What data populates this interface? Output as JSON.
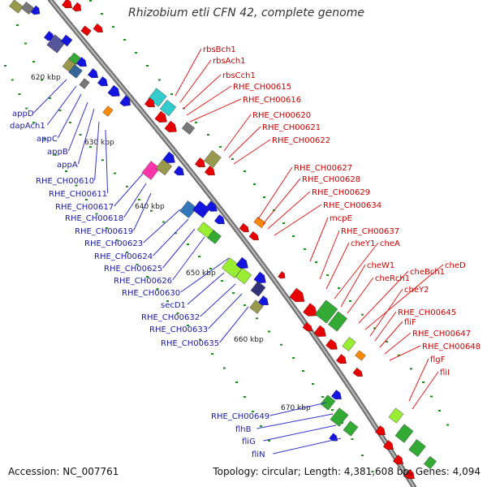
{
  "title": "Rhizobium etli CFN 42, complete genome",
  "footer": {
    "accession": "Accession: NC_007761",
    "summary": "Topology: circular; Length: 4,381,608 bp; Genes: 4,094"
  },
  "colors": {
    "left_labels": "#1a1aa6",
    "right_labels": "#cc0000",
    "backbone": "#888888",
    "tick_dots": "#228b22",
    "blue_feature": "#1515e0",
    "red_feature": "#e60000",
    "cyan_feature": "#33cccc",
    "green_feature": "#33aa33",
    "lime_feature": "#99ee33",
    "orange_feature": "#ff8800",
    "magenta_feature": "#ff33aa",
    "olive_feature": "#99994d",
    "grey_feature": "#777777"
  },
  "kbp_labels": [
    "620 kbp",
    "630 kbp",
    "640 kbp",
    "650 kbp",
    "660 kbp",
    "670 kbp"
  ],
  "left_genes": [
    "appD",
    "dapAch1",
    "appC",
    "appB",
    "appA",
    "RHE_CH00610",
    "RHE_CH00611",
    "RHE_CH00617",
    "RHE_CH00618",
    "RHE_CH00619",
    "RHE_CH00623",
    "RHE_CH00624",
    "RHE_CH00625",
    "RHE_CH00626",
    "RHE_CH00630",
    "secD1",
    "RHE_CH00632",
    "RHE_CH00633",
    "RHE_CH00635",
    "RHE_CH00649",
    "flhB",
    "fliG",
    "fliN"
  ],
  "right_genes": [
    "rbsBch1",
    "rbsAch1",
    "rbsCch1",
    "RHE_CH00615",
    "RHE_CH00616",
    "RHE_CH00620",
    "RHE_CH00621",
    "RHE_CH00622",
    "RHE_CH00627",
    "RHE_CH00628",
    "RHE_CH00629",
    "RHE_CH00634",
    "mcpE",
    "RHE_CH00637",
    "cheY1",
    "cheA",
    "cheW1",
    "cheRch1",
    "cheBch1",
    "cheD",
    "cheY2",
    "RHE_CH00645",
    "fliF",
    "RHE_CH00647",
    "RHE_CH00648",
    "flgF",
    "fliI"
  ]
}
